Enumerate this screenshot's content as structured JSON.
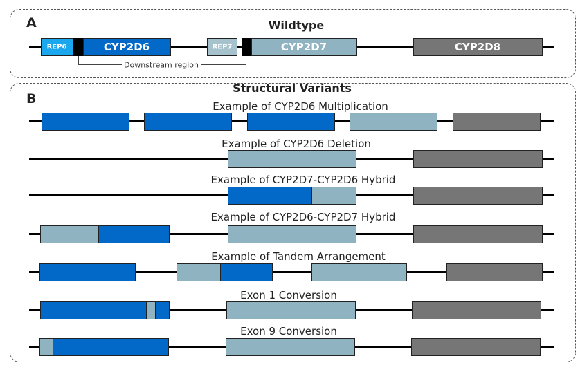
{
  "panel_a": {
    "letter": "A",
    "title": "Wildtype",
    "labels": {
      "rep6": "REP6",
      "cyp2d6": "CYP2D6",
      "rep7": "REP7",
      "cyp2d7": "CYP2D7",
      "cyp2d8": "CYP2D8",
      "downstream": "Downstream region"
    }
  },
  "panel_b": {
    "letter": "B",
    "title": "Structural Variants",
    "rows": [
      "Example of CYP2D6 Multiplication",
      "Example of CYP2D6 Deletion",
      "Example of CYP2D7-CYP2D6 Hybrid",
      "Example of CYP2D6-CYP2D7 Hybrid",
      "Example of Tandem Arrangement",
      "Exon 1 Conversion",
      "Exon 9 Conversion"
    ]
  },
  "colors": {
    "cyp2d6": "#0369c8",
    "cyp2d7": "#8fb3c0",
    "cyp2d8": "#767676",
    "rep6": "#1aa7ee",
    "rep7": "#a6c2cd",
    "spacer": "#000000"
  }
}
